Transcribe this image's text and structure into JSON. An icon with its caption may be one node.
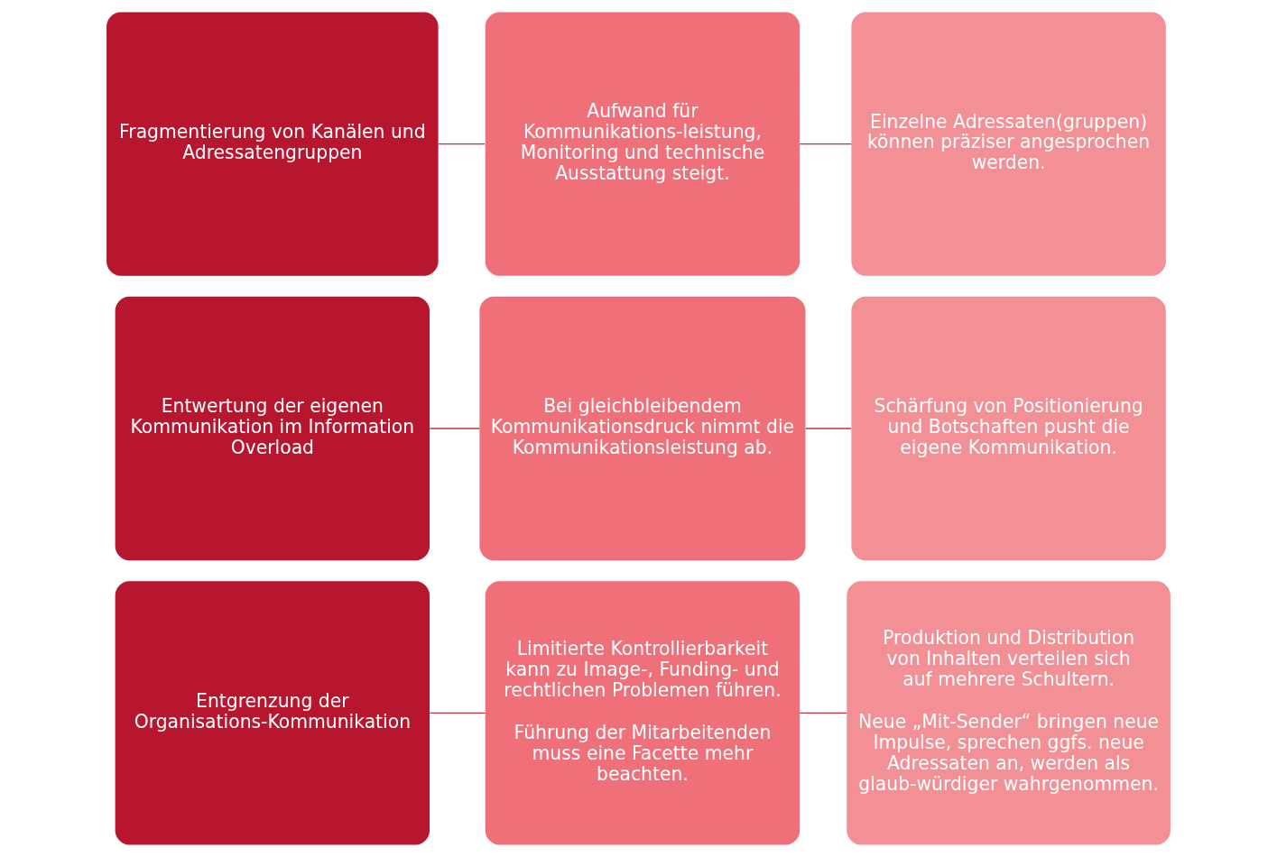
{
  "diagram": {
    "nodes": [
      {
        "text": [
          "Fragmentierung von Kanälen und Adressatengruppen"
        ]
      },
      {
        "text": [
          "Aufwand für Kommunikations-leistung, Monitoring und technische Ausstattung steigt."
        ]
      },
      {
        "text": [
          "Einzelne Adressaten(gruppen) können präziser angesprochen werden."
        ]
      },
      {
        "text": [
          "Entwertung der eigenen Kommunikation im Information Overload"
        ]
      },
      {
        "text": [
          "Bei gleichbleibendem Kommunikationsdruck nimmt die Kommunikationsleistung ab."
        ]
      },
      {
        "text": [
          "Schärfung von Positionierung und Botschaften pusht die eigene Kommunikation."
        ]
      },
      {
        "text": [
          "Entgrenzung der Organisations-Kommunikation"
        ]
      },
      {
        "text": [
          "Limitierte Kontrollierbarkeit kann zu Image-, Funding- und rechtlichen Problemen führen.",
          "Führung der Mitarbeitenden muss eine Facette mehr beachten."
        ]
      },
      {
        "text": [
          "Produktion und Distribution von Inhalten verteilen sich auf mehrere Schultern.",
          "Neue „Mit-Sender“ bringen neue Impulse, sprechen ggfs. neue Adressaten an, werden als glaub-würdiger wahrgenommen."
        ]
      }
    ],
    "edges": [
      {
        "from": 0,
        "to": 1,
        "arrow": "none"
      },
      {
        "from": 1,
        "to": 2,
        "arrow": "none"
      },
      {
        "from": 3,
        "to": 4,
        "arrow": "none"
      },
      {
        "from": 4,
        "to": 5,
        "arrow": "none"
      },
      {
        "from": 6,
        "to": 7,
        "arrow": "none"
      },
      {
        "from": 7,
        "to": 8,
        "arrow": "none"
      }
    ]
  }
}
